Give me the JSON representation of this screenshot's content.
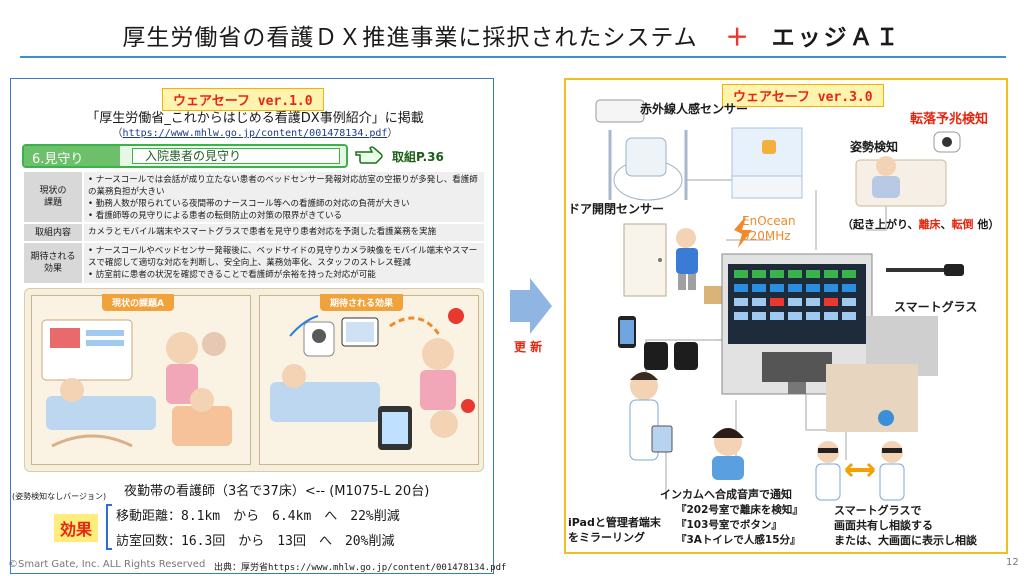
{
  "header": {
    "title_main": "厚生労働省の看護ＤＸ推進事業に採択されたシステム",
    "plus": "＋",
    "title_edge": "エッジＡＩ"
  },
  "left": {
    "tag": "ウェアセーフ ver.1.0",
    "subtitle": "「厚生労働省_これからはじめる看護DX事例紹介」に掲載",
    "link_prefix": "（",
    "link": "https://www.mhlw.go.jp/content/001478134.pdf",
    "link_suffix": "）",
    "section_num": "6.見守り",
    "section_label": "入院患者の見守り",
    "ref": "取組P.36",
    "rows": [
      {
        "label": "現状の\n課題",
        "lines": [
          "• ナースコールでは会話が成り立たない患者のベッドセンサー発報対応訪室の空振りが多発し、看護師",
          "  の業務負担が大きい",
          "• 勤務人数が限られている夜間帯のナースコール等への看護師の対応の負荷が大きい",
          "• 看護師等の見守りによる患者の転倒防止の対策の限界がきている"
        ]
      },
      {
        "label": "取組内容",
        "lines": [
          "カメラとモバイル端末やスマートグラスで患者を見守り患者対応を予測した看護業務を実施"
        ]
      },
      {
        "label": "期待される\n効果",
        "lines": [
          "• ナースコールやベッドセンサー発報後に、ベッドサイドの見守りカメラ映像をモバイル端末やスマートグラ",
          "  スで確認して適切な対応を判断し、安全向上、業務効率化、スタッフのストレス軽減",
          "• 訪室前に患者の状況を確認できることで看護師が余裕を持った対応が可能"
        ]
      }
    ],
    "panel_a": "現状の課題A",
    "panel_b": "期待される効果",
    "night": "夜勤帯の看護師（3名で37床）<-- (M1075-L 20台)",
    "nocase": "(姿勢検知なしバージョン)",
    "kouka": "効果",
    "effect1": "移動距離：8.1km　から　6.4km　へ　22%削減",
    "effect2": "訪室回数：16.3回　から　13回　へ　20%削減"
  },
  "footer": {
    "copyright": "©Smart Gate, Inc. ALL Rights Reserved",
    "source_label": "出典：厚労省",
    "source_url": "https://www.mhlw.go.jp/content/001478134.pdf",
    "page": "12"
  },
  "arrow": {
    "label": "更 新"
  },
  "right": {
    "tag": "ウェアセーフ ver.3.0",
    "pir": "赤外線人感センサー",
    "fall": "転落予兆検知",
    "posture": "姿勢検知",
    "door": "ドア開閉センサー",
    "enocean_1": "EnOcean",
    "enocean_2": "920MHz",
    "getup_a": "（起き上がり、",
    "getup_b": "離床",
    "getup_c": "、",
    "getup_d": "転倒",
    "getup_e": " 他）",
    "smartglass": "スマートグラス",
    "incom": "インカムへ合成音声で通知",
    "notify": [
      "『202号室で離床を検知』",
      "『103号室でボタン』",
      "『3Aトイレで人感15分』"
    ],
    "ipad": [
      "iPadと管理者端末",
      "をミラーリング"
    ],
    "share": [
      "スマートグラスで",
      "画面共有し相談する",
      "または、大画面に表示し相談"
    ]
  },
  "colors": {
    "accent_blue": "#3a8fd8",
    "alert_red": "#e8260f",
    "green": "#39b34a",
    "tag_yellow": "#fff3b0",
    "frame_gold": "#f0c020"
  }
}
